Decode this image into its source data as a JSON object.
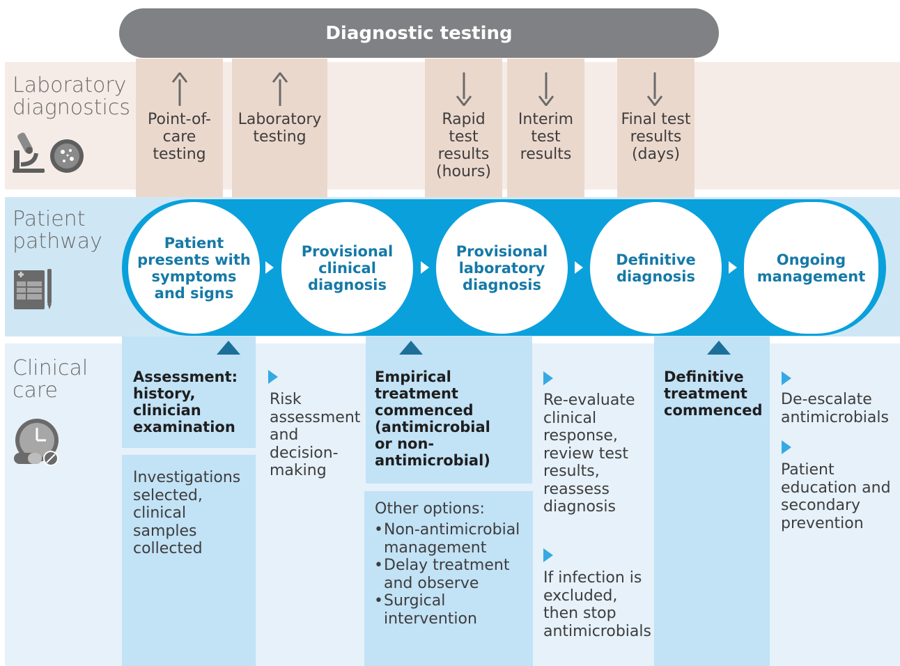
{
  "header": {
    "banner": "Diagnostic testing"
  },
  "rows": {
    "laboratory": "Laboratory diagnostics",
    "patient": "Patient pathway",
    "clinical": "Clinical care"
  },
  "lab_items": [
    {
      "label": "Point-of-care testing",
      "direction": "up"
    },
    {
      "label": "Laboratory testing",
      "direction": "up"
    },
    {
      "label": "Rapid test results (hours)",
      "direction": "down"
    },
    {
      "label": "Interim test results",
      "direction": "down"
    },
    {
      "label": "Final test results (days)",
      "direction": "down"
    }
  ],
  "pathway_steps": [
    "Patient presents with symptoms and signs",
    "Provisional clinical diagnosis",
    "Provisional laboratory diagnosis",
    "Definitive diagnosis",
    "Ongoing management"
  ],
  "clinical": {
    "assessment": "Assessment: history, clinician examination",
    "investigations": "Investigations selected, clinical samples collected",
    "risk": "Risk assessment and decision-making",
    "empirical": "Empirical treatment commenced (antimicrobial or non-antimicrobial)",
    "other_title": "Other options:",
    "other_options": [
      "Non-antimicrobial management",
      "Delay treatment and observe",
      "Surgical intervention"
    ],
    "reevaluate": "Re-evaluate clinical response, review test results, reassess diagnosis",
    "stop": "If infection is excluded, then stop antimicrobials",
    "definitive": "Definitive treatment commenced",
    "deescalate": "De-escalate antimicrobials",
    "education": "Patient education and secondary prevention"
  },
  "colors": {
    "banner": "#7f8184",
    "lab_row": "#f6ece7",
    "lab_column": "#ebd8cd",
    "pathway_row": "#cfe7f5",
    "pathway_band": "#0aa0dc",
    "care_row": "#e6f1fa",
    "care_column": "#c2e2f6",
    "step_text": "#1679a6",
    "marker": "#1c6f99"
  },
  "icons": [
    "microscope-icon",
    "petri-dish-icon",
    "clipboard-chart-icon",
    "clock-pill-icon",
    "up-arrow-icon",
    "down-arrow-icon"
  ]
}
